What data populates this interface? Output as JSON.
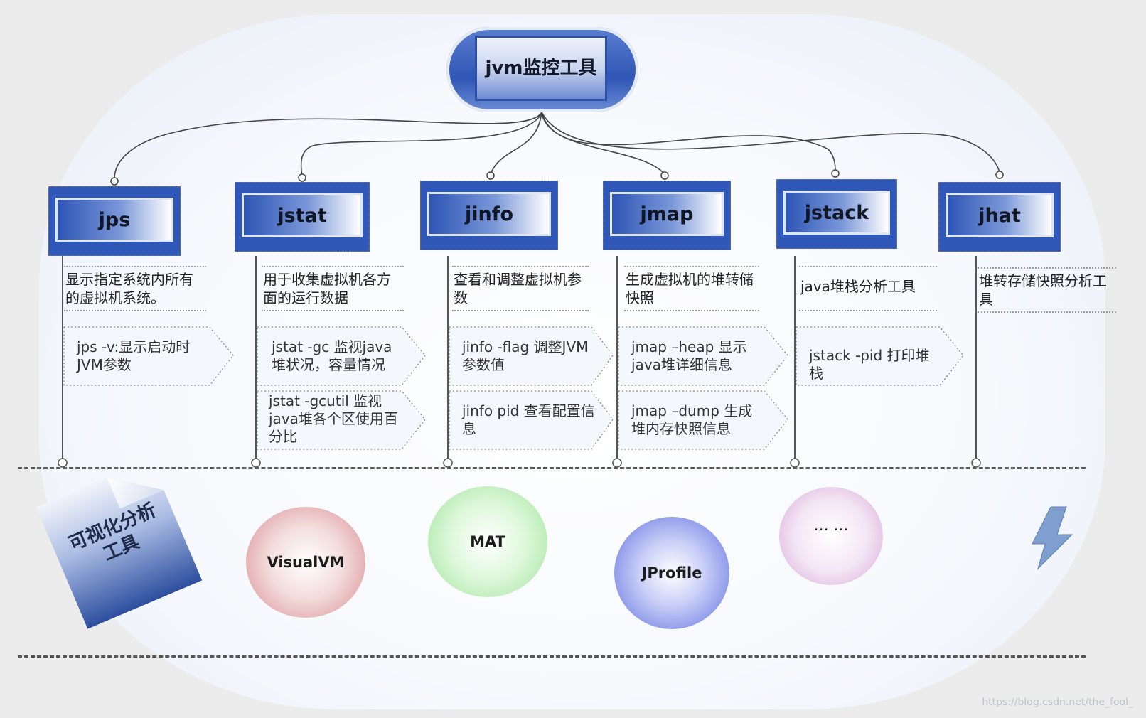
{
  "root": {
    "title": "jvm监控工具"
  },
  "tools": [
    {
      "name": "jps",
      "desc": "显示指定系统内所有的虚拟机系统。",
      "notes": [
        "jps -v:显示启动时JVM参数"
      ]
    },
    {
      "name": "jstat",
      "desc": "用于收集虚拟机各方面的运行数据",
      "notes": [
        "jstat -gc 监视java堆状况，容量情况",
        "jstat -gcutil 监视java堆各个区使用百分比"
      ]
    },
    {
      "name": "jinfo",
      "desc": "查看和调整虚拟机参数",
      "notes": [
        "jinfo  -flag 调整JVM参数值",
        "jinfo  pid 查看配置信息"
      ]
    },
    {
      "name": "jmap",
      "desc": "生成虚拟机的堆转储快照",
      "notes": [
        "jmap –heap 显示java堆详细信息",
        "jmap –dump 生成堆内存快照信息"
      ]
    },
    {
      "name": "jstack",
      "desc": "java堆栈分析工具",
      "notes": [
        "jstack -pid 打印堆栈"
      ]
    },
    {
      "name": "jhat",
      "desc": "堆转存储快照分析工具",
      "notes": []
    }
  ],
  "visual": {
    "label": "可视化分析工具",
    "items": [
      "VisualVM",
      "MAT",
      "JProfile",
      "… …"
    ]
  },
  "watermark": "https://blog.csdn.net/the_fool_",
  "colors": {
    "topic_blue": "#2f57b7",
    "visualvm": "#d98a8e",
    "mat": "#9fe39a",
    "jprofile": "#5f6fe0",
    "more": "#d6a6d8",
    "bolt": "#7f9fcf"
  }
}
